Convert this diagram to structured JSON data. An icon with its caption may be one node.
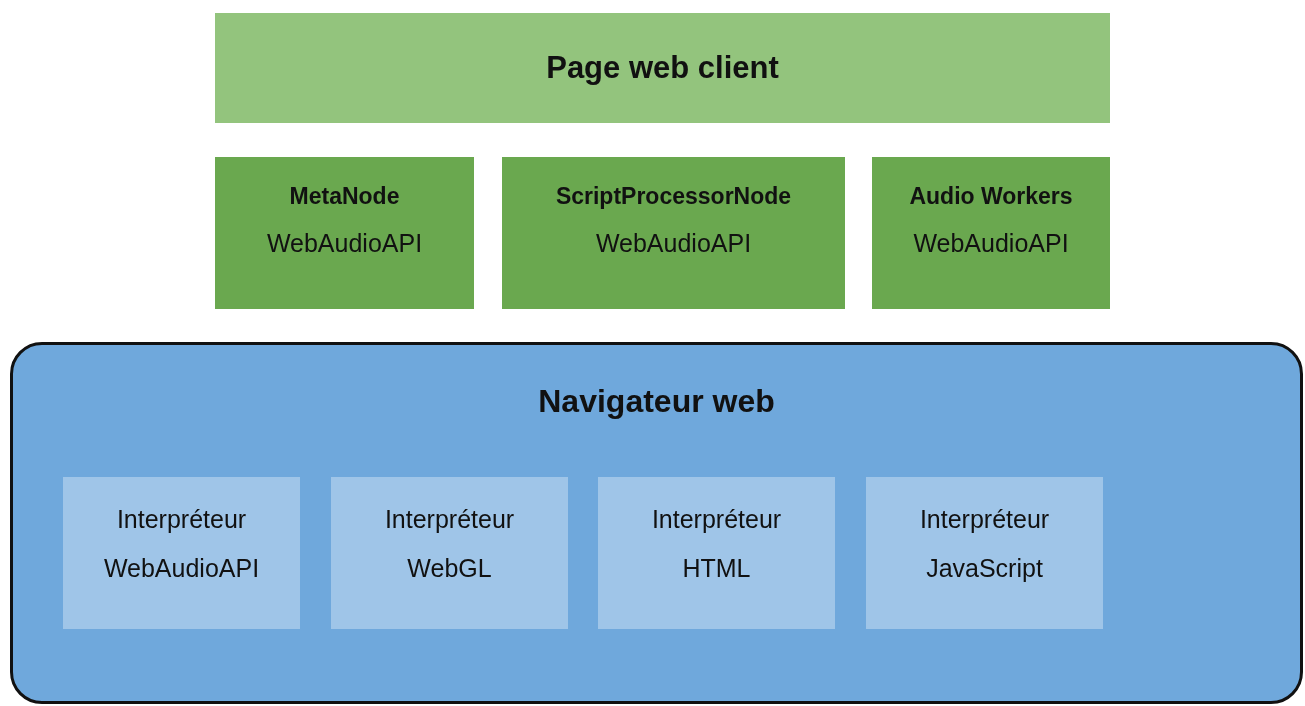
{
  "diagram": {
    "nodes": [
      {
        "text": [
          "Page web client"
        ]
      },
      {
        "text": [
          "MetaNode",
          "WebAudioAPI"
        ]
      },
      {
        "text": [
          "ScriptProcessorNode",
          "WebAudioAPI"
        ]
      },
      {
        "text": [
          "Audio Workers",
          "WebAudioAPI"
        ]
      },
      {
        "text": [
          "Navigateur web"
        ]
      },
      {
        "text": [
          "Interpréteur",
          "WebAudioAPI"
        ],
        "in": 4
      },
      {
        "text": [
          "Interpréteur",
          "WebGL"
        ],
        "in": 4
      },
      {
        "text": [
          "Interpréteur",
          "HTML"
        ],
        "in": 4
      },
      {
        "text": [
          "Interpréteur",
          "JavaScript"
        ],
        "in": 4
      }
    ]
  }
}
